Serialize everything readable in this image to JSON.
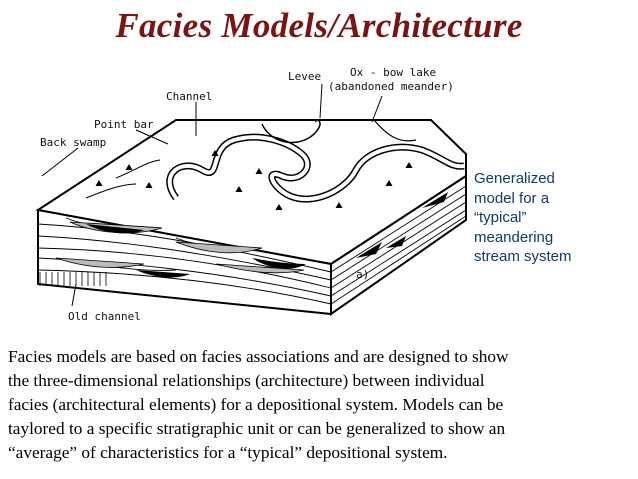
{
  "slide": {
    "title": "Facies Models/Architecture"
  },
  "diagram": {
    "labels": {
      "levee": "Levee",
      "oxbow": "Ox - bow lake",
      "abandoned": "(abandoned meander)",
      "channel": "Channel",
      "point_bar": "Point bar",
      "back_swamp": "Back swamp",
      "old_channel": "Old channel",
      "panel": "a)"
    }
  },
  "caption": {
    "lines": [
      "Generalized",
      "model for a",
      "“typical”",
      "meandering",
      "stream system"
    ]
  },
  "body": {
    "lines": [
      "Facies models are based on facies associations and are designed to show",
      "the three-dimensional relationships (architecture) between individual",
      "facies (architectural elements) for a depositional system.  Models can be",
      "taylored to a specific stratigraphic unit or can be generalized to show an",
      "“average” of characteristics for a “typical” depositional system."
    ]
  }
}
